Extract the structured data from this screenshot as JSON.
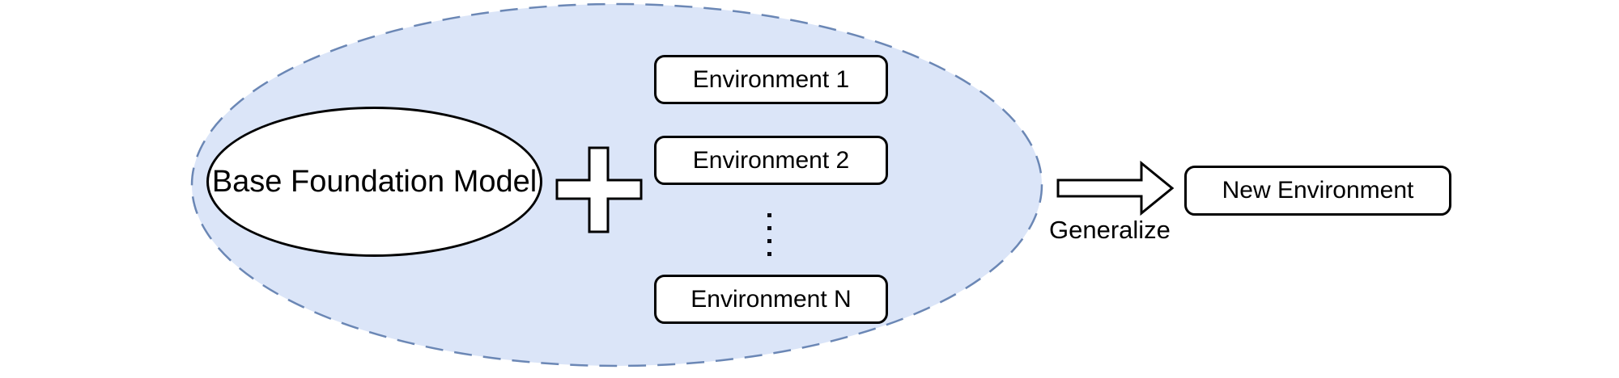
{
  "diagram": {
    "cluster": {
      "fill_color": "#dbe5f8",
      "border_color": "#6b87b5",
      "base_model_label": "Base Foundation Model",
      "plus_icon": "plus",
      "environments": [
        "Environment 1",
        "Environment 2",
        "Environment N"
      ],
      "ellipsis_icon": "vertical-ellipsis"
    },
    "arrow": {
      "icon": "right-block-arrow",
      "label": "Generalize"
    },
    "target_box_label": "New Environment"
  }
}
